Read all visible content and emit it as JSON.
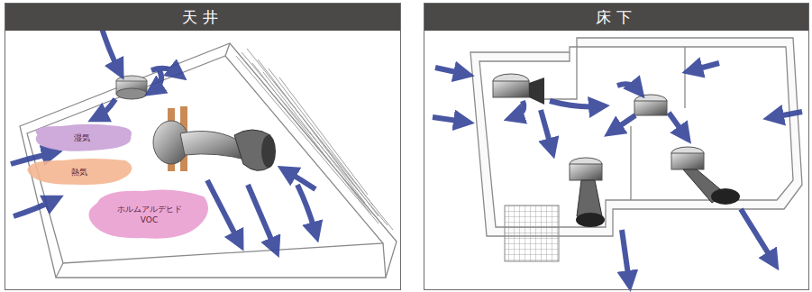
{
  "diagram": {
    "nodes": [
      {
        "text": [
          "天井"
        ]
      },
      {
        "text": [
          "湿気"
        ],
        "in": 0
      },
      {
        "text": [
          "熱気"
        ],
        "in": 0
      },
      {
        "text": [
          "ホルムアルデヒド VOC"
        ],
        "in": 0
      },
      {
        "text": [
          "床下"
        ]
      }
    ]
  }
}
